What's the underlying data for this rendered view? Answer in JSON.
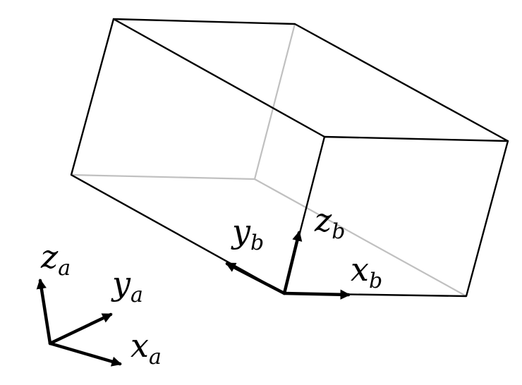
{
  "colors": {
    "visible_edge": "#000000",
    "hidden_edge": "#c0c0c0",
    "axis": "#000000"
  },
  "frame_a": {
    "x": {
      "base": "x",
      "sub": "a"
    },
    "y": {
      "base": "y",
      "sub": "a"
    },
    "z": {
      "base": "z",
      "sub": "a"
    }
  },
  "frame_b": {
    "x": {
      "base": "x",
      "sub": "b"
    },
    "y": {
      "base": "y",
      "sub": "b"
    },
    "z": {
      "base": "z",
      "sub": "b"
    }
  }
}
